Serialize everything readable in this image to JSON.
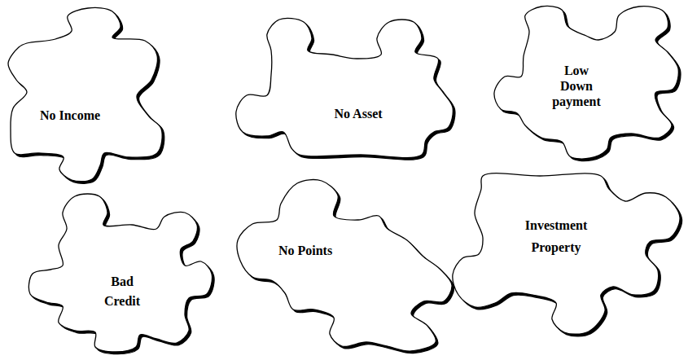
{
  "diagram": {
    "nodes": [
      {
        "text": [
          "No Income"
        ]
      },
      {
        "text": [
          "No Asset"
        ]
      },
      {
        "text": [
          "Low Down payment"
        ]
      },
      {
        "text": [
          "Bad Credit"
        ]
      },
      {
        "text": [
          "No Points"
        ]
      },
      {
        "text": [
          "Investment Property"
        ]
      }
    ]
  }
}
